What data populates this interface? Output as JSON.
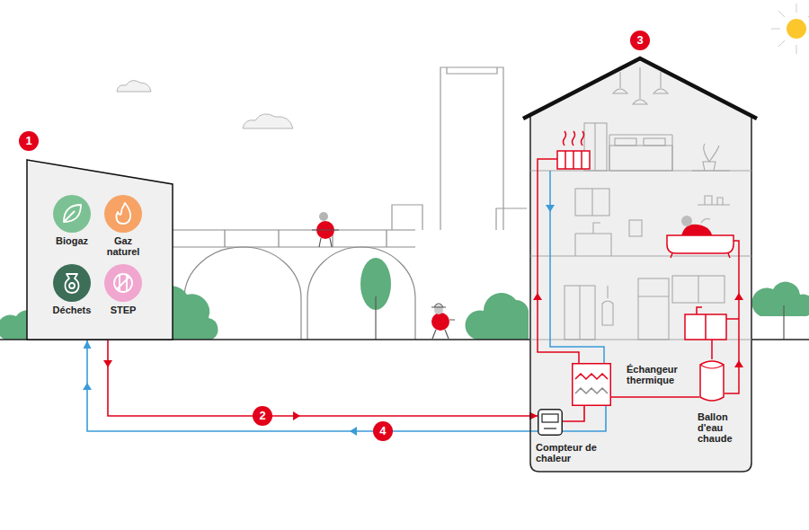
{
  "diagram": {
    "nodes": [
      {
        "text": [
          "1"
        ]
      },
      {
        "text": [
          "Biogaz"
        ],
        "in": 0
      },
      {
        "text": [
          "Gaz naturel"
        ],
        "in": 0
      },
      {
        "text": [
          "Déchets"
        ],
        "in": 0
      },
      {
        "text": [
          "STEP"
        ],
        "in": 0
      },
      {
        "text": [
          "3"
        ]
      },
      {
        "text": [
          "Échangeur thermique"
        ],
        "in": 5
      },
      {
        "text": [
          "Ballon d'eau chaude"
        ],
        "in": 5
      },
      {
        "text": [
          "Compteur de chaleur"
        ],
        "in": 5
      }
    ],
    "edges": [
      {
        "from": 0,
        "to": 8,
        "arrow": "to",
        "label": "2"
      },
      {
        "from": 8,
        "to": 6,
        "arrow": "none"
      },
      {
        "from": 6,
        "to": 0,
        "arrow": "to",
        "label": "4"
      },
      {
        "from": 6,
        "to": 7,
        "arrow": "none"
      }
    ]
  }
}
